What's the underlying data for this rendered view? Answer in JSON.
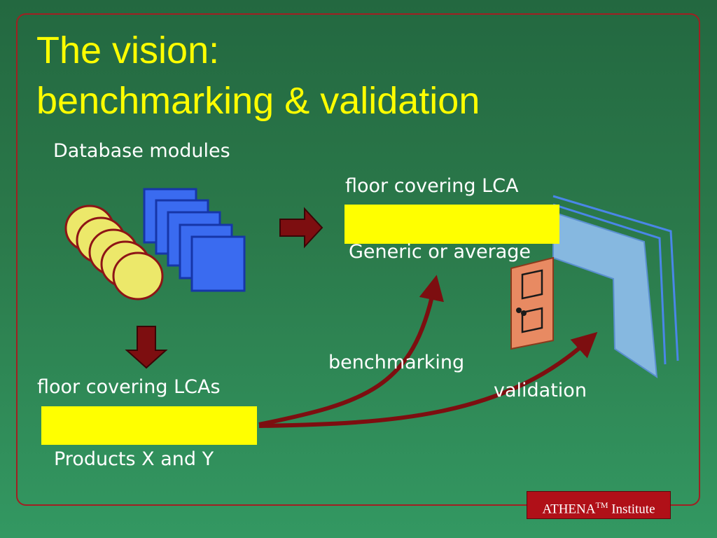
{
  "slide": {
    "title_line1": "The vision:",
    "title_line2": "benchmarking & validation",
    "database_modules_label": "Database modules",
    "floor_covering_lca_label": "floor covering LCA",
    "generic_label": "Generic or average",
    "floor_covering_lcas_label": "floor covering LCAs",
    "products_label": "Products X and Y",
    "benchmarking_label": "benchmarking",
    "validation_label": "validation"
  },
  "badge": {
    "name": "ATHENA",
    "trademark": "TM",
    "suffix": "Institute"
  },
  "colors": {
    "title": "#ffff00",
    "frame": "#a11f22",
    "highlight_bar": "#ffff00",
    "arrow": "#7d0e10",
    "module_square": "#3a6bf0",
    "module_circle": "#ece86a",
    "building": "#86b8e0",
    "door": "#e88a62"
  }
}
